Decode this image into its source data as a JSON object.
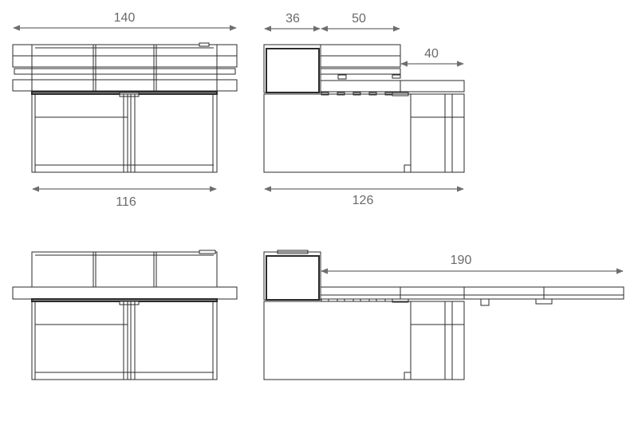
{
  "dimensions": {
    "top_left_width": "140",
    "top_left_bottom_width": "116",
    "top_right_compartment": "36",
    "top_right_shelf": "50",
    "top_right_extension": "40",
    "top_right_bottom_width": "126",
    "bottom_right_extended": "190"
  },
  "colors": {
    "line": "#2b2b2b",
    "dimension": "#6e6e6e",
    "background": "#ffffff"
  }
}
